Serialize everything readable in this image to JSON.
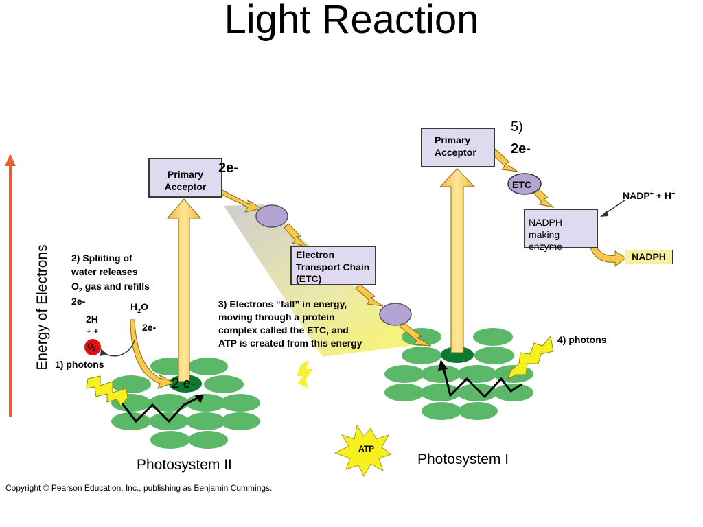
{
  "title": "Light Reaction",
  "y_axis_label": "Energy of Electrons",
  "psii": {
    "primary_acceptor": "Primary Acceptor",
    "electrons_top": "2e-",
    "name": "Photosystem II",
    "reaction_center_label": "2 e-",
    "water_label_h": "H",
    "water_label_2": "2",
    "water_label_o": "O",
    "water_2e": "2e-",
    "h_ions": "2H",
    "h_plus": "+ +",
    "oxygen": "O",
    "oxygen_sub": "2"
  },
  "psi": {
    "primary_acceptor": "Primary Acceptor",
    "step5_number": "5)",
    "step5_electrons": "2e-",
    "etc_label": "ETC",
    "nadp_label": "NADP",
    "nadp_plus": "+",
    "nadp_h": " + H",
    "nadp_h_plus": "+",
    "enzyme_label": "NADPH making enzyme",
    "nadph": "NADPH",
    "name": "Photosystem I"
  },
  "etc_box": "Electron Transport Chain (ETC)",
  "atp": "ATP",
  "steps": {
    "step1": "1) photons",
    "step2_line1": "2) Spliiting of",
    "step2_line2": "water releases",
    "step2_line3_a": "O",
    "step2_line3_sub": "2",
    "step2_line3_b": " gas and refills",
    "step2_line4": "2e-",
    "step3_line1": "3) Electrons “fall” in energy,",
    "step3_line2": "moving through a protein",
    "step3_line3": "complex called the ETC, and",
    "step3_line4": "ATP is created from this energy",
    "step4": "4) photons"
  },
  "copyright": "Copyright © Pearson Education, Inc., publishing as Benjamin Cummings.",
  "colors": {
    "axis_arrow": "#e8602c",
    "chlorophyll": "#5cb869",
    "reaction_center": "#0d7a32",
    "arrow_fill": "#f8c84a",
    "arrow_stroke": "#8a6a10",
    "etc_complex": "#b3a4d4",
    "box_fill": "#e0daf0",
    "oxygen": "#e01010",
    "lightning": "#f6f020",
    "nadph_fill": "#f8f0a0"
  }
}
